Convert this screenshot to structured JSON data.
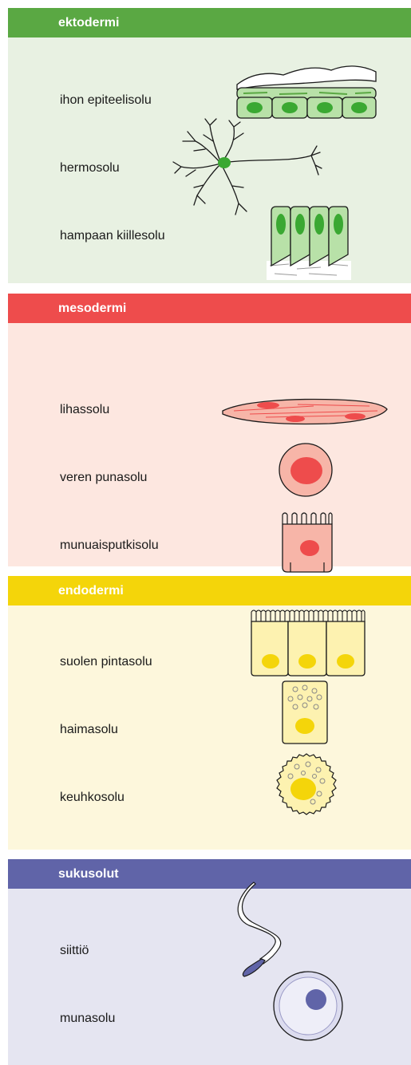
{
  "sections": [
    {
      "title": "ektodermi",
      "header_color": "#5aa843",
      "body_color": "#e8f1e2",
      "items": [
        {
          "label": "ihon epiteelisolu",
          "icon": "skin-epithelial-cell-icon"
        },
        {
          "label": "hermosolu",
          "icon": "nerve-cell-icon"
        },
        {
          "label": "hampaan kiillesolu",
          "icon": "tooth-enamel-cell-icon"
        }
      ]
    },
    {
      "title": "mesodermi",
      "header_color": "#ee4c4c",
      "body_color": "#fde7e0",
      "items": [
        {
          "label": "lihassolu",
          "icon": "muscle-cell-icon"
        },
        {
          "label": "veren punasolu",
          "icon": "red-blood-cell-icon"
        },
        {
          "label": "munuaisputkisolu",
          "icon": "kidney-tubule-cell-icon"
        }
      ]
    },
    {
      "title": "endodermi",
      "header_color": "#f4d50a",
      "body_color": "#fdf7dc",
      "items": [
        {
          "label": "suolen pintasolu",
          "icon": "intestinal-surface-cell-icon"
        },
        {
          "label": "haimasolu",
          "icon": "pancreas-cell-icon"
        },
        {
          "label": "keuhkosolu",
          "icon": "lung-cell-icon"
        }
      ]
    },
    {
      "title": "sukusolut",
      "header_color": "#6064a8",
      "body_color": "#e5e5f1",
      "items": [
        {
          "label": "siittiö",
          "icon": "sperm-cell-icon"
        },
        {
          "label": "munasolu",
          "icon": "egg-cell-icon"
        }
      ]
    }
  ]
}
